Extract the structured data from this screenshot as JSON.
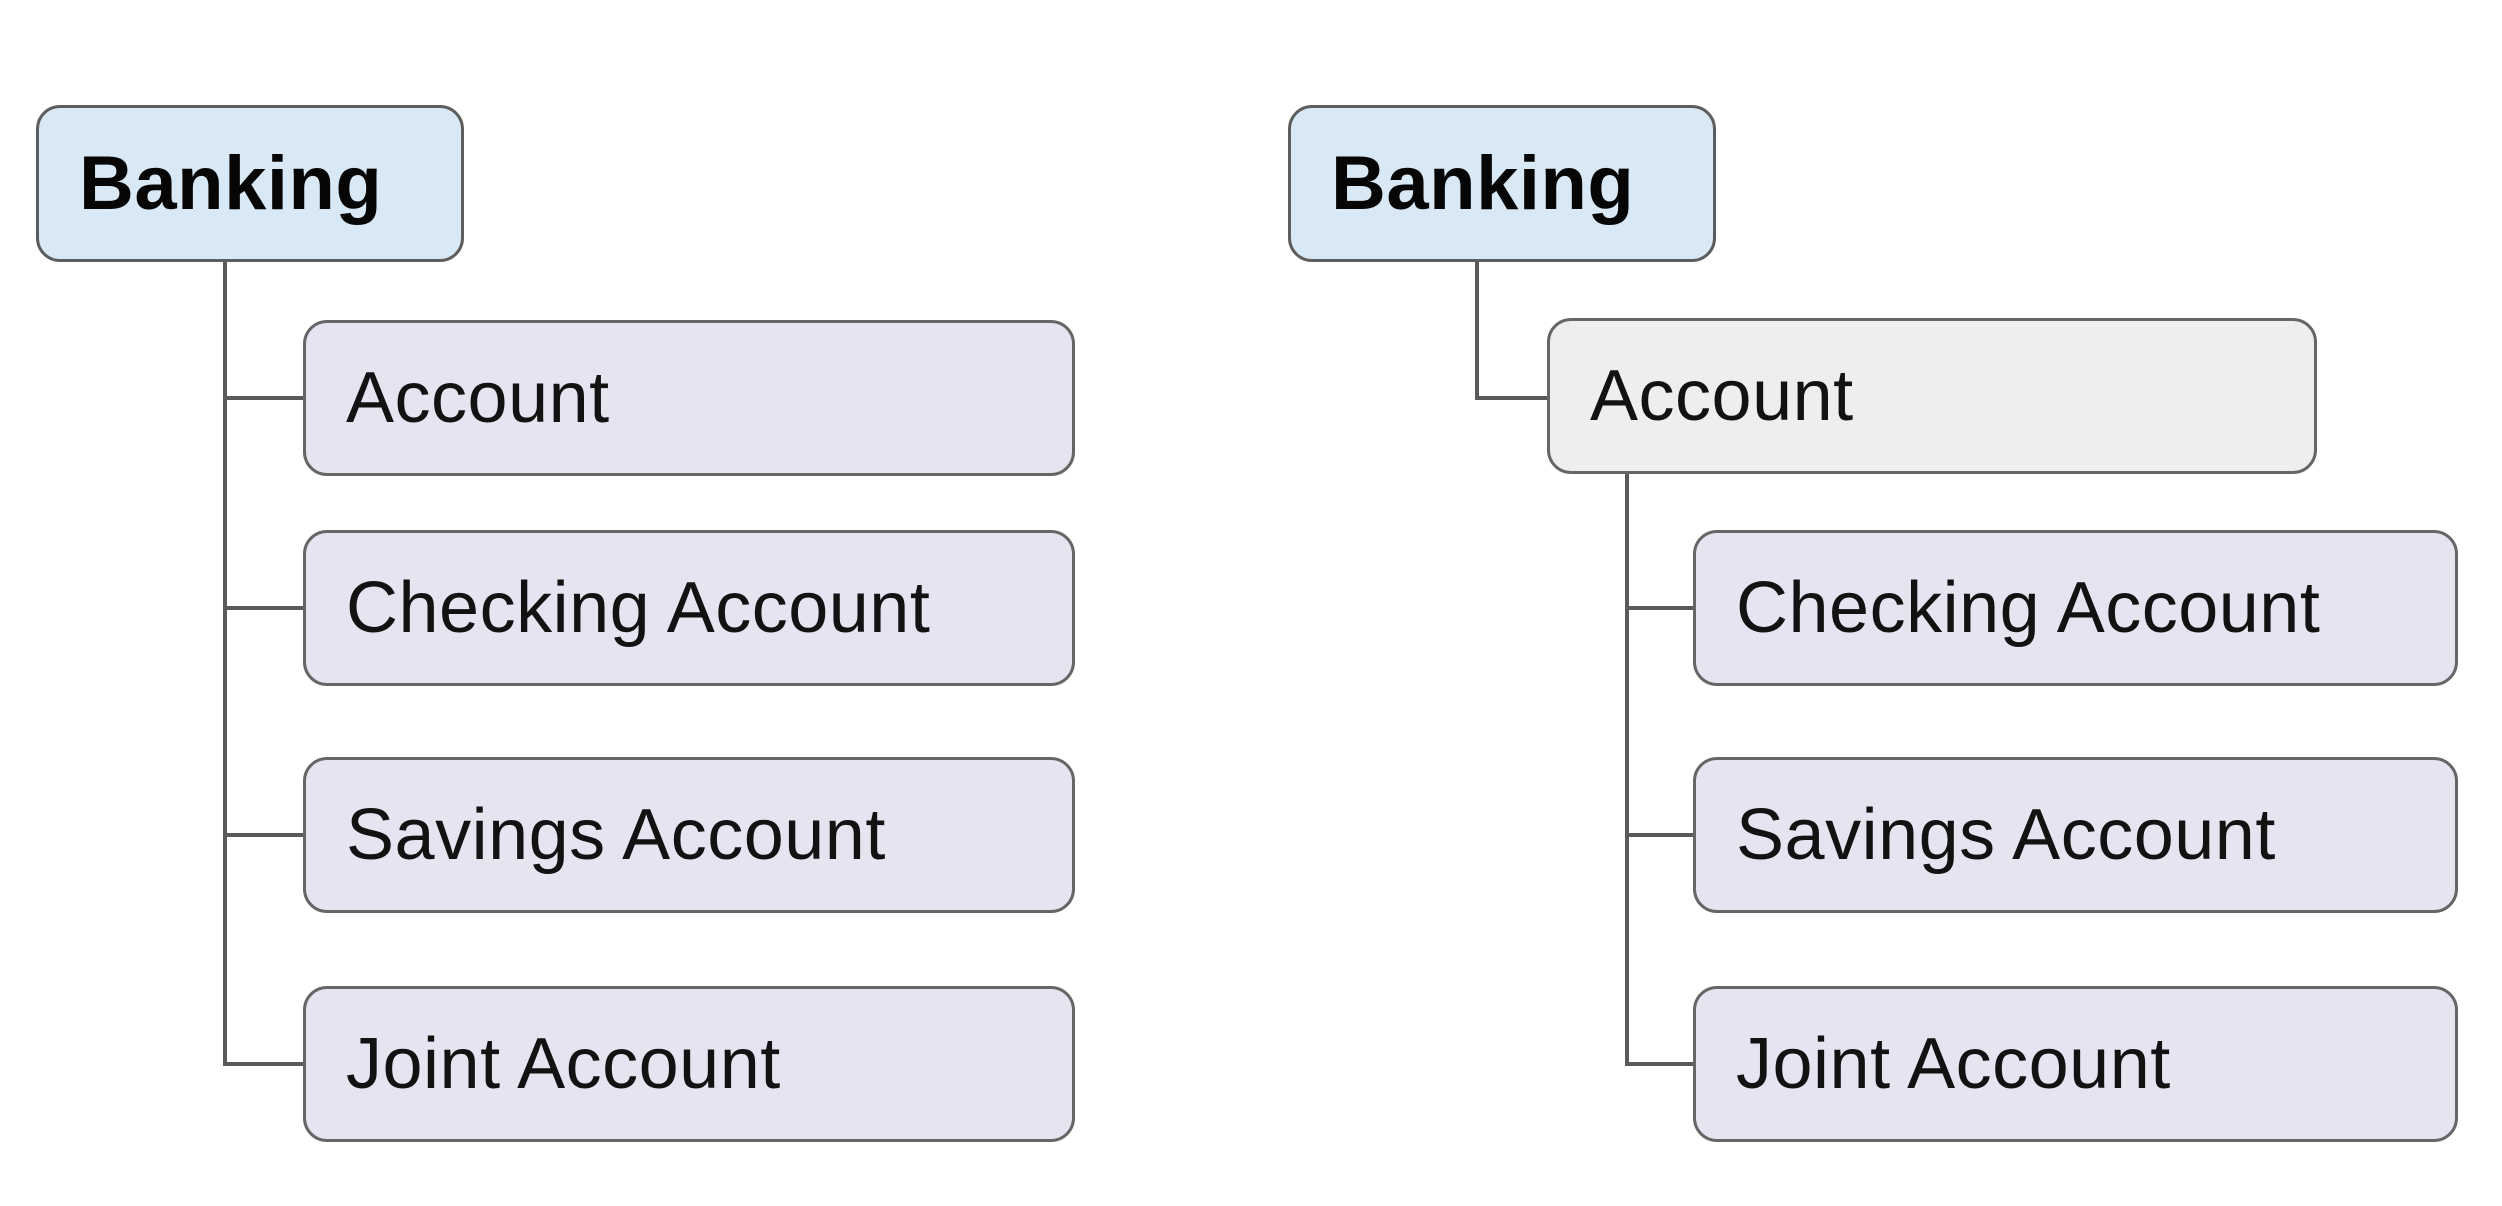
{
  "canvas": {
    "background": "#ffffff",
    "description": "Two mindmap hierarchy diagrams comparing a flat banking structure with a nested banking structure"
  },
  "colors": {
    "root_fill": "#d8e9f5",
    "child_fill": "#e7e4f1",
    "neutral_fill": "#eeeeee",
    "node_border": "#666666",
    "connector": "#5a5a5a",
    "text": "#121212"
  },
  "trees": [
    {
      "name": "flat-hierarchy",
      "root": {
        "label": "Banking"
      },
      "children": [
        {
          "label": "Account"
        },
        {
          "label": "Checking Account"
        },
        {
          "label": "Savings Account"
        },
        {
          "label": "Joint Account"
        }
      ]
    },
    {
      "name": "nested-hierarchy",
      "root": {
        "label": "Banking"
      },
      "children": [
        {
          "label": "Account",
          "children": [
            {
              "label": "Checking Account"
            },
            {
              "label": "Savings Account"
            },
            {
              "label": "Joint Account"
            }
          ]
        }
      ]
    }
  ]
}
